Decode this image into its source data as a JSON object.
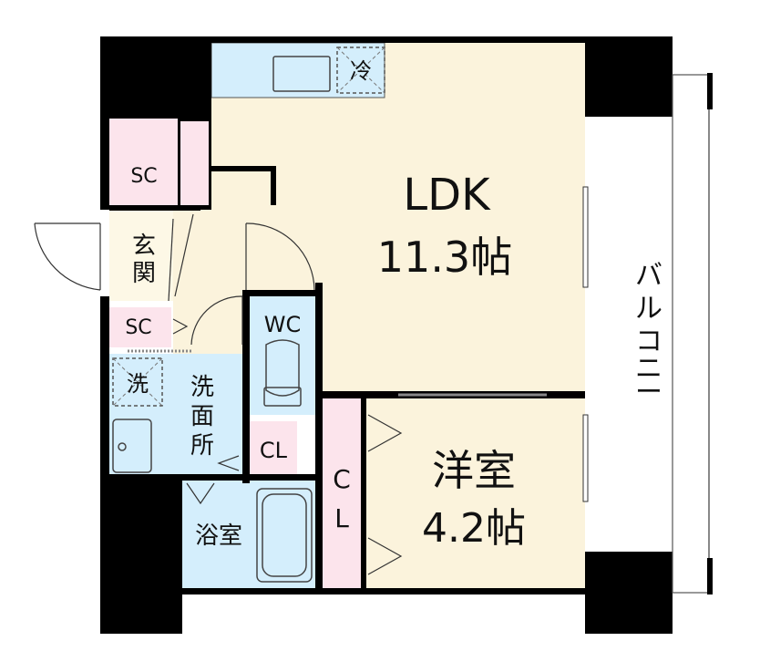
{
  "rooms": {
    "ldk": {
      "name": "LDK",
      "size": "11.3帖"
    },
    "western": {
      "name": "洋室",
      "size": "4.2帖"
    },
    "entrance": {
      "name_top": "玄",
      "name_bottom": "関"
    },
    "washroom": {
      "c1": "洗",
      "c2": "面",
      "c3": "所"
    },
    "bath": {
      "name": "浴室"
    },
    "wc": {
      "name": "WC"
    },
    "balcony": {
      "c1": "バ",
      "c2": "ル",
      "c3": "コ",
      "c4": "ニ",
      "c5": "ー"
    }
  },
  "storage": {
    "sc_upper": "SC",
    "sc_lower": "SC",
    "cl_small": "CL",
    "cl_c": "C",
    "cl_l": "L"
  },
  "appliances": {
    "fridge": "冷",
    "washer": "洗"
  },
  "colors": {
    "wall": "#000000",
    "floor_room": "#fbf3dc",
    "floor_wet": "#d4eefc",
    "storage": "#fce4ec",
    "entrance": "#fdf8e6",
    "line": "#555555"
  }
}
